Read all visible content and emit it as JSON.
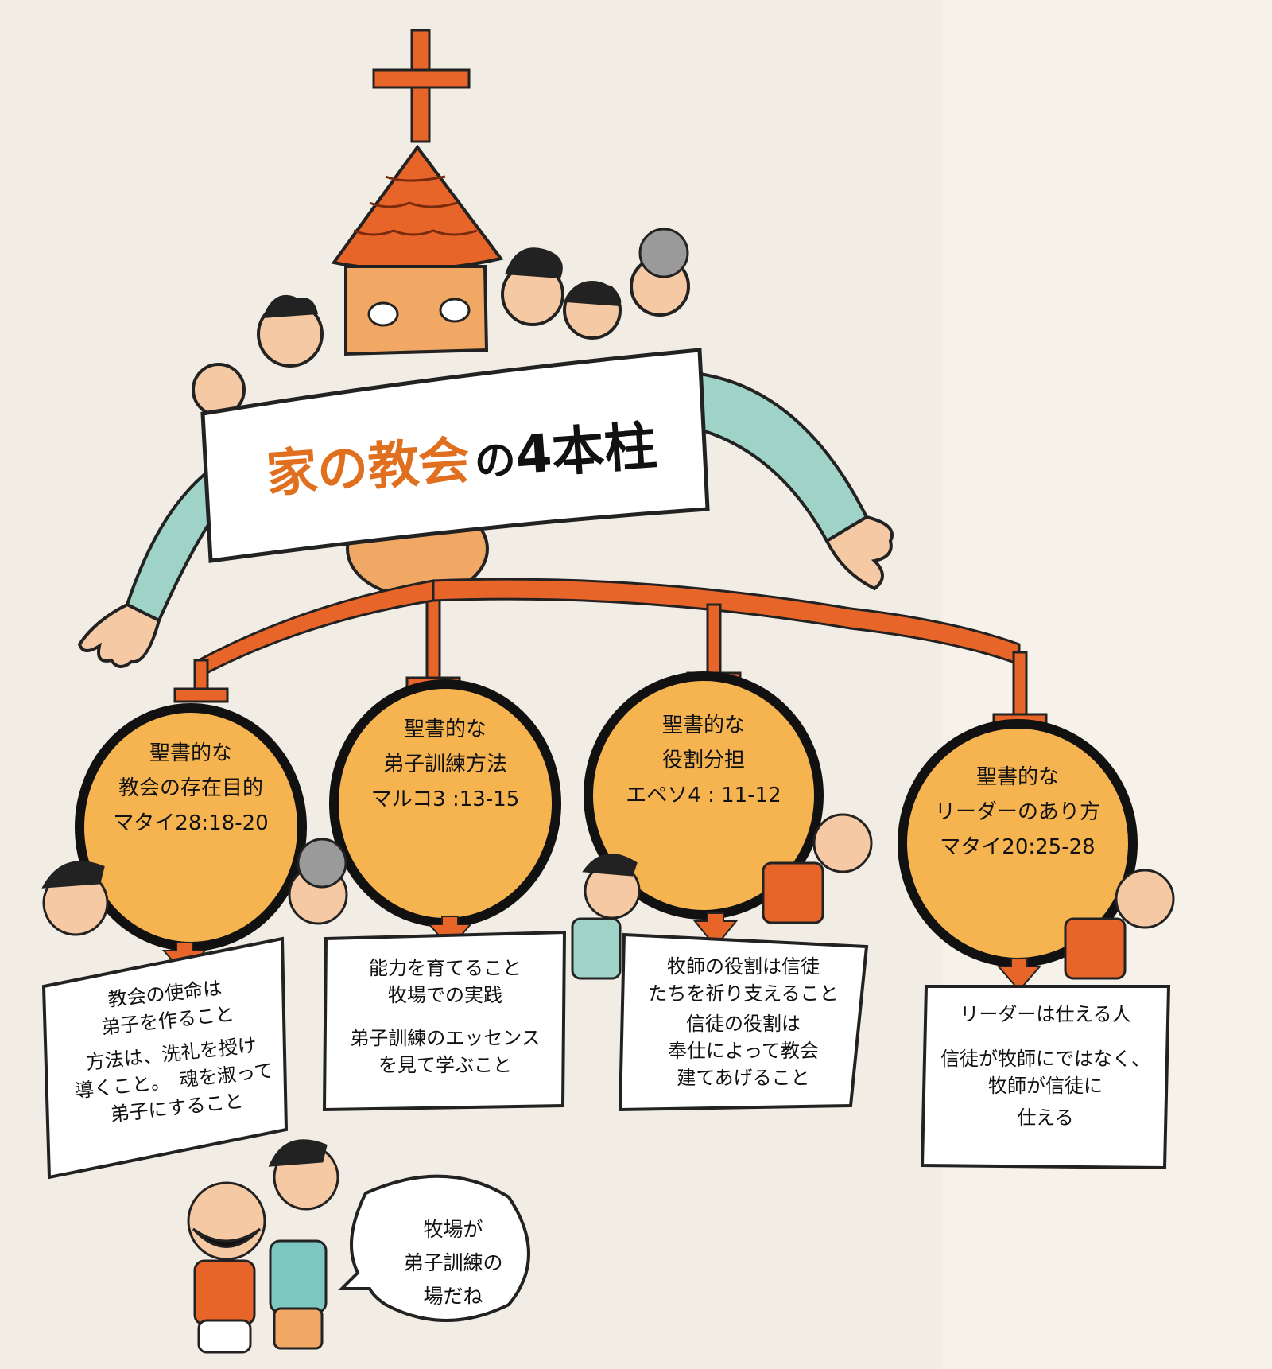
{
  "title": {
    "main_orange": "家の教会",
    "particle": "の",
    "main_black": "4本柱"
  },
  "pillars": [
    {
      "heading1": "聖書的な",
      "heading2": "教会の存在目的",
      "ref": "マタイ28:18-20",
      "notes": [
        "教会の使命は",
        "弟子を作ること",
        "方法は、洗礼を授け",
        "導くこと。　魂を淑って",
        "弟子にすること"
      ]
    },
    {
      "heading1": "聖書的な",
      "heading2": "弟子訓練方法",
      "ref": "マルコ3 :13-15",
      "notes": [
        "能力を育てること",
        "牧場での実践",
        "弟子訓練のエッセンス",
        "を見て学ぶこと"
      ]
    },
    {
      "heading1": "聖書的な",
      "heading2": "役割分担",
      "ref": "エペソ4 : 11-12",
      "notes": [
        "牧師の役割は信徒",
        "たちを祈り支えること",
        "信徒の役割は",
        "奉仕によって教会",
        "建てあげること"
      ]
    },
    {
      "heading1": "聖書的な",
      "heading2": "リーダーのあり方",
      "ref": "マタイ20:25-28",
      "notes": [
        "リーダーは仕える人",
        "信徒が牧師にではなく、",
        "牧師が信徒に",
        "仕える"
      ]
    }
  ],
  "speech_bubble": [
    "牧場が",
    "弟子訓練の",
    "場だね"
  ],
  "colors": {
    "orange": "#e8652a",
    "circle_fill": "#f6b451",
    "sleeve": "#9fd3c7",
    "skin": "#f4c9a3"
  }
}
